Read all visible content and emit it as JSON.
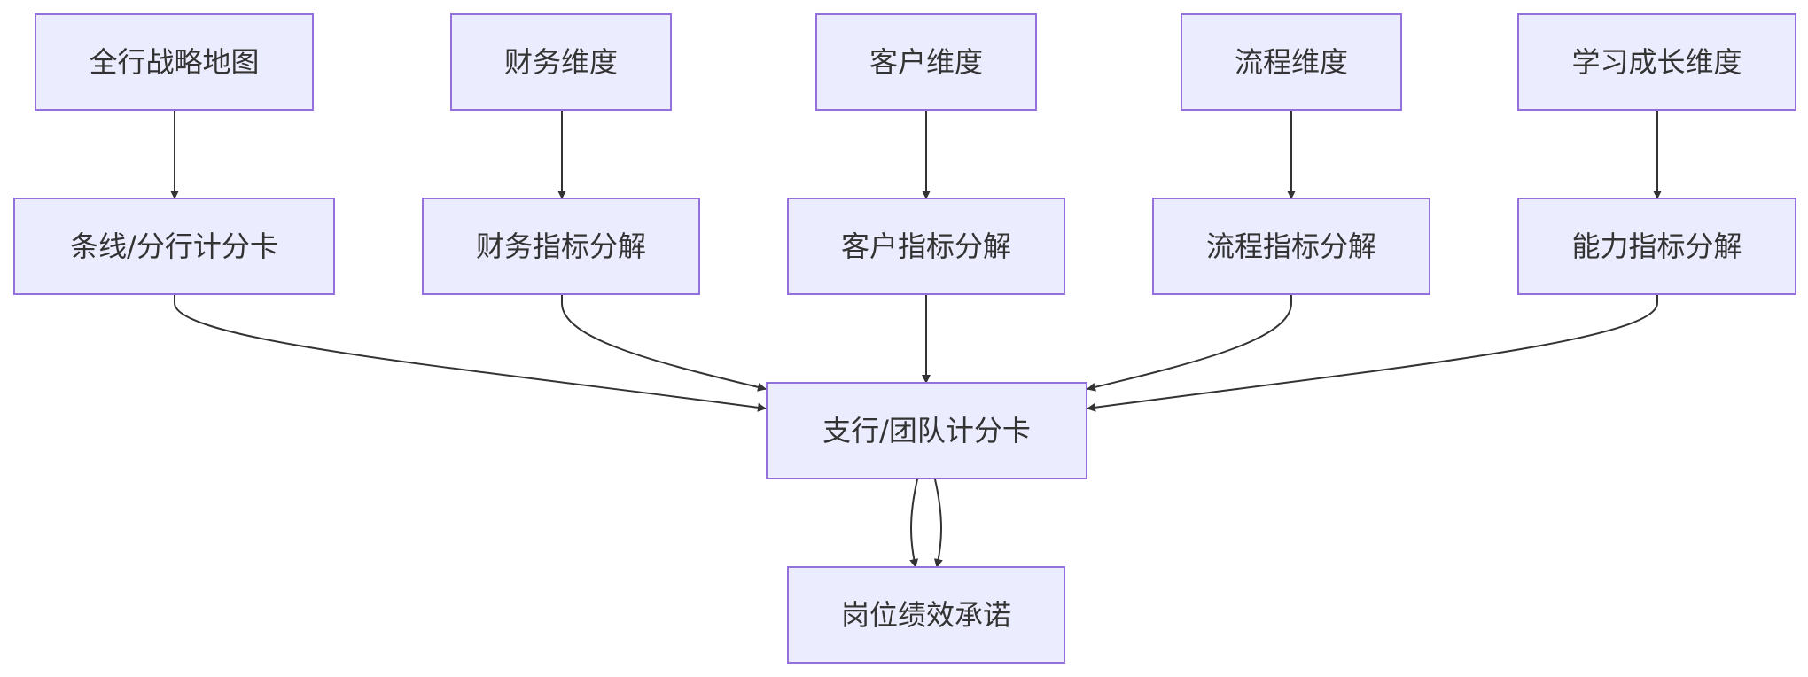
{
  "diagram": {
    "nodes": {
      "bank_strategy_map": "全行战略地图",
      "financial_dimension": "财务维度",
      "customer_dimension": "客户维度",
      "process_dimension": "流程维度",
      "learning_growth_dimension": "学习成长维度",
      "line_branch_scorecard": "条线/分行计分卡",
      "financial_indicator_breakdown": "财务指标分解",
      "customer_indicator_breakdown": "客户指标分解",
      "process_indicator_breakdown": "流程指标分解",
      "capability_indicator_breakdown": "能力指标分解",
      "subbranch_team_scorecard": "支行/团队计分卡",
      "position_performance_commitment": "岗位绩效承诺"
    },
    "edges": [
      {
        "from": "bank_strategy_map",
        "to": "line_branch_scorecard"
      },
      {
        "from": "financial_dimension",
        "to": "financial_indicator_breakdown"
      },
      {
        "from": "customer_dimension",
        "to": "customer_indicator_breakdown"
      },
      {
        "from": "process_dimension",
        "to": "process_indicator_breakdown"
      },
      {
        "from": "learning_growth_dimension",
        "to": "capability_indicator_breakdown"
      },
      {
        "from": "line_branch_scorecard",
        "to": "subbranch_team_scorecard"
      },
      {
        "from": "financial_indicator_breakdown",
        "to": "subbranch_team_scorecard"
      },
      {
        "from": "customer_indicator_breakdown",
        "to": "subbranch_team_scorecard"
      },
      {
        "from": "process_indicator_breakdown",
        "to": "subbranch_team_scorecard"
      },
      {
        "from": "capability_indicator_breakdown",
        "to": "subbranch_team_scorecard"
      },
      {
        "from": "subbranch_team_scorecard",
        "to": "position_performance_commitment"
      },
      {
        "from": "subbranch_team_scorecard",
        "to": "position_performance_commitment"
      }
    ],
    "colors": {
      "node_fill": "#ececff",
      "node_stroke": "#9370db",
      "edge": "#333333",
      "text": "#333333"
    }
  }
}
